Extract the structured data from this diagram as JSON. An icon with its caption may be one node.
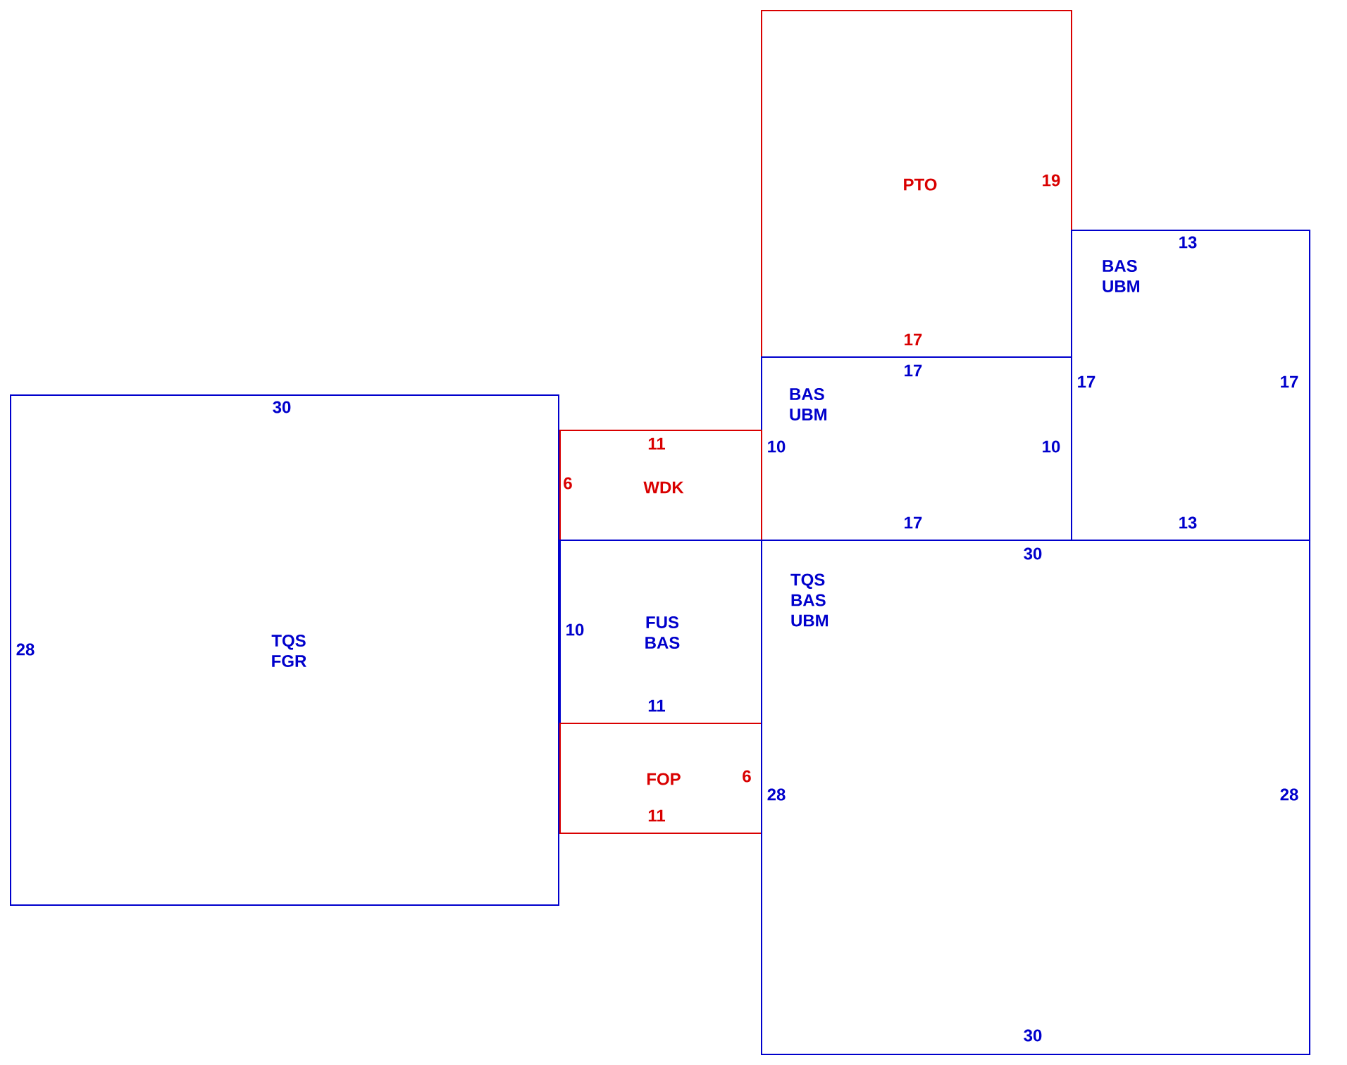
{
  "diagram": {
    "nodes": [
      {
        "text": [
          "TQS FGR"
        ]
      },
      {
        "text": [
          "PTO"
        ]
      },
      {
        "text": [
          "BAS UBM"
        ]
      },
      {
        "text": [
          "BAS UBM"
        ]
      },
      {
        "text": [
          "WDK"
        ]
      },
      {
        "text": [
          "FUS BAS"
        ]
      },
      {
        "text": [
          "FOP"
        ]
      },
      {
        "text": [
          "TQS BAS UBM"
        ]
      }
    ],
    "labels": [
      "19",
      "13",
      "17",
      "17",
      "17",
      "17",
      "30",
      "11",
      "10",
      "10",
      "6",
      "17",
      "13",
      "30",
      "10",
      "28",
      "11",
      "6",
      "28",
      "28",
      "11",
      "30"
    ]
  }
}
